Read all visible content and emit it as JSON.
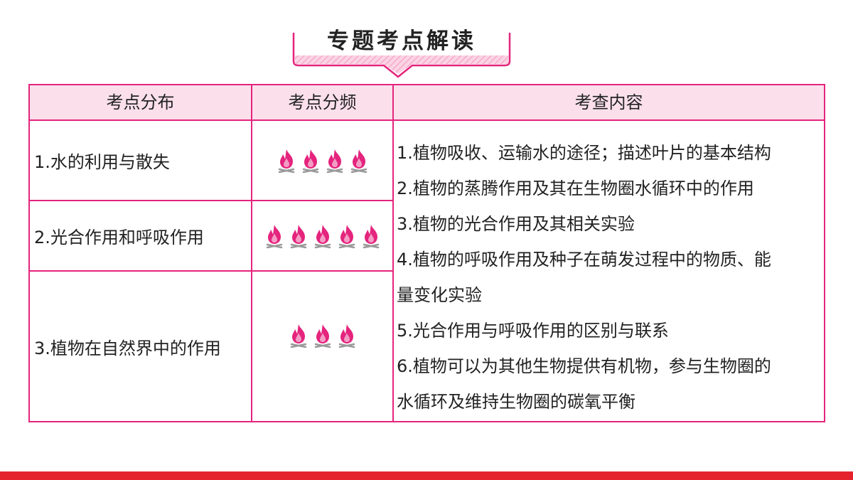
{
  "banner": {
    "title": "专题考点解读"
  },
  "table": {
    "headers": [
      "考点分布",
      "考点分频",
      "考查内容"
    ],
    "rows": [
      {
        "topic": "1.水的利用与散失",
        "flames": 4
      },
      {
        "topic": "2.光合作用和呼吸作用",
        "flames": 5
      },
      {
        "topic": "3.植物在自然界中的作用",
        "flames": 3
      }
    ],
    "content_lines": [
      "1.植物吸收、运输水的途径；描述叶片的基本结构",
      "2.植物的蒸腾作用及其在生物圈水循环中的作用",
      "3.植物的光合作用及其相关实验",
      "4.植物的呼吸作用及种子在萌发过程中的物质、能",
      "量变化实验",
      "5.光合作用与呼吸作用的区别与联系",
      "6.植物可以为其他生物提供有机物，参与生物圈的",
      "水循环及维持生物圈的碳氧平衡"
    ]
  },
  "colors": {
    "accent": "#e4247d",
    "header_bg": "#fbe0ec",
    "flame": "#e4247d",
    "stripe": "#e4232d"
  },
  "icons": {
    "frequency_marker": "flame-icon"
  }
}
